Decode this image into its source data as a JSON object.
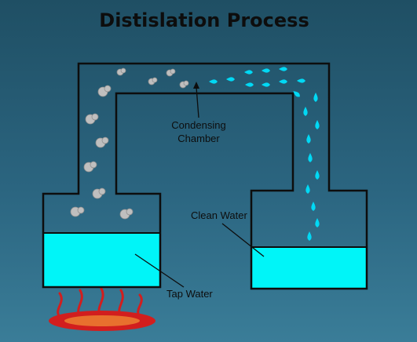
{
  "title": "Distislation Process",
  "labels": {
    "condensing_line1": "Condensing",
    "condensing_line2": "Chamber",
    "clean_water": "Clean Water",
    "tap_water": "Tap Water"
  },
  "colors": {
    "water": "#00f5f8",
    "vapor": "#bfbfbf",
    "droplet": "#00d9f5",
    "flame_outer": "#d21e1e",
    "flame_inner": "#e8702e",
    "outline": "#0d0d0d"
  },
  "icons": {
    "steam": "vapor-bubble-icon",
    "drop": "water-drop-icon",
    "burner": "burner-flame-icon"
  }
}
